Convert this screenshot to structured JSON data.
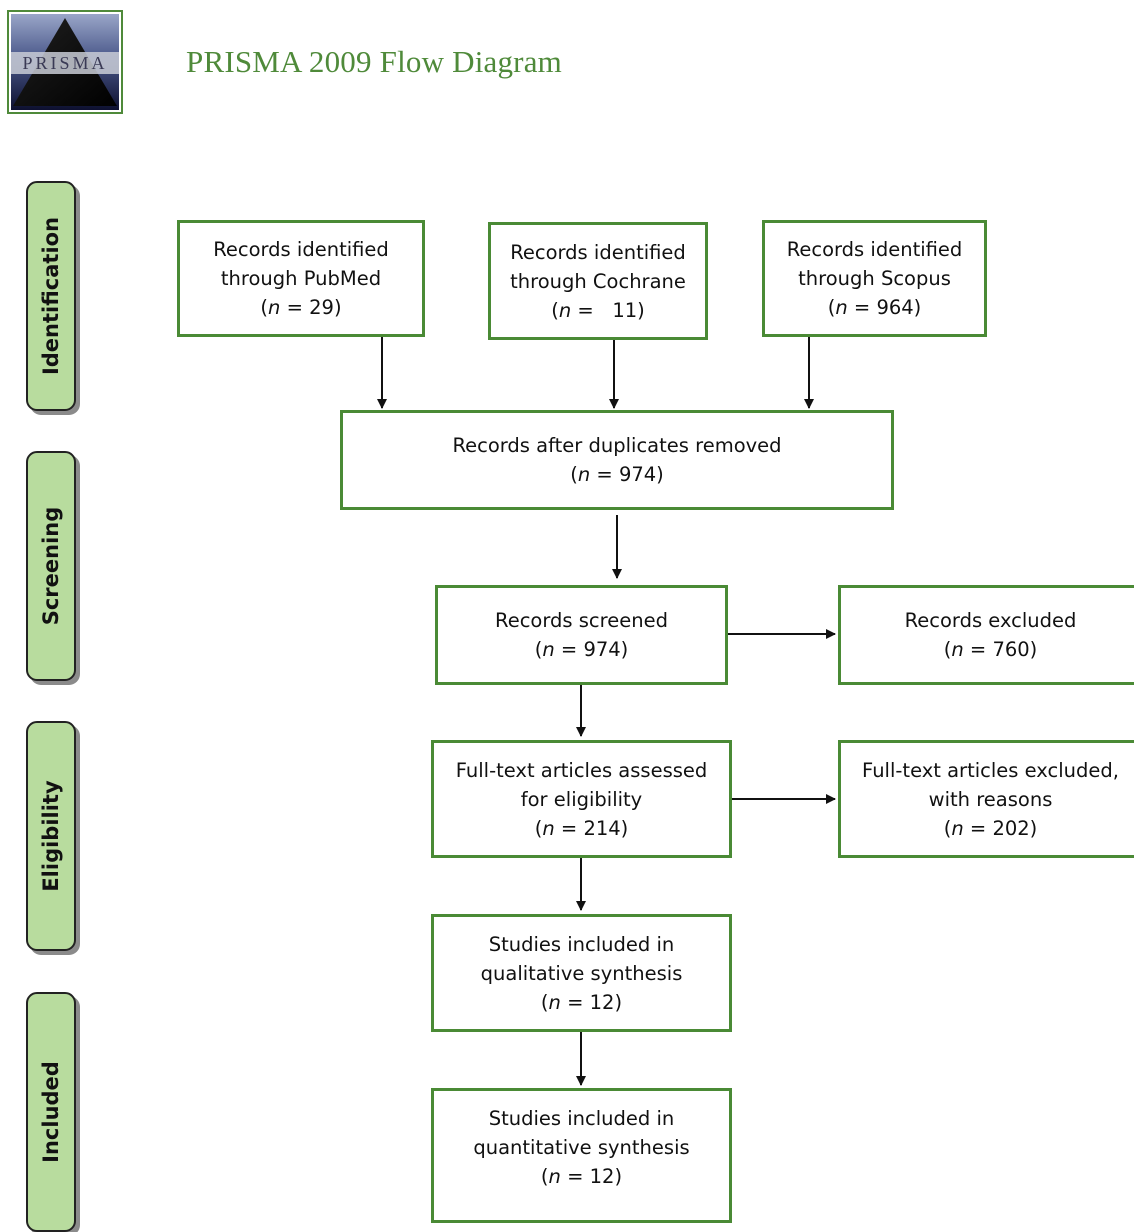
{
  "header": {
    "logo_text": "PRISMA",
    "title": "PRISMA 2009 Flow Diagram"
  },
  "phases": {
    "identification": "Identification",
    "screening": "Screening",
    "eligibility": "Eligibility",
    "included": "Included"
  },
  "boxes": {
    "pubmed": {
      "line1": "Records identified",
      "line2": "through PubMed",
      "n_label": "n",
      "n_sep": " = ",
      "n_value": "29"
    },
    "cochrane": {
      "line1": "Records identified",
      "line2": "through Cochrane",
      "n_label": "n",
      "n_sep": " =   ",
      "n_value": "11"
    },
    "scopus": {
      "line1": "Records identified",
      "line2": "through Scopus",
      "n_label": "n",
      "n_sep": " = ",
      "n_value": "964"
    },
    "duplicates": {
      "line1": "Records after duplicates removed",
      "n_label": "n",
      "n_sep": " = ",
      "n_value": "974"
    },
    "screened": {
      "line1": "Records screened",
      "n_label": "n",
      "n_sep": " = ",
      "n_value": "974"
    },
    "excluded": {
      "line1": "Records excluded",
      "n_label": "n",
      "n_sep": " = ",
      "n_value": "760"
    },
    "fulltext": {
      "line1": "Full-text articles assessed",
      "line2": "for eligibility",
      "n_label": "n",
      "n_sep": " = ",
      "n_value": "214"
    },
    "ft_excluded": {
      "line1": "Full-text articles excluded,",
      "line2": "with reasons",
      "n_label": "n",
      "n_sep": " = ",
      "n_value": "202"
    },
    "qualitative": {
      "line1": "Studies included in",
      "line2": "qualitative synthesis",
      "n_label": "n",
      "n_sep": " = ",
      "n_value": "12"
    },
    "quantitative": {
      "line1": "Studies included in",
      "line2": "quantitative synthesis",
      "n_label": "n",
      "n_sep": " = ",
      "n_value": "12"
    }
  },
  "colors": {
    "box_border": "#4a8a35",
    "phase_fill": "#b8dc9e",
    "title": "#4f8a3a"
  }
}
